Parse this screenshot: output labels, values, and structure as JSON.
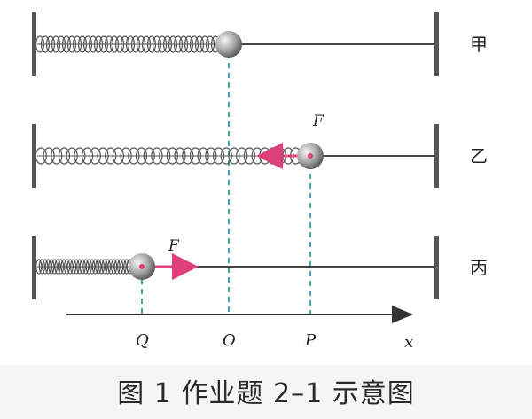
{
  "figure": {
    "rows": [
      {
        "label": "甲",
        "state": "ball at equilibrium O"
      },
      {
        "label": "乙",
        "state": "ball displaced to P, force points left",
        "force_label": "F"
      },
      {
        "label": "丙",
        "state": "ball displaced to Q, force points right",
        "force_label": "F"
      }
    ],
    "axis": {
      "ticks": [
        "Q",
        "O",
        "P"
      ],
      "label": "x"
    },
    "caption": "图 1   作业题 2–1 示意图"
  },
  "colors": {
    "line": "#444444",
    "dashed_guide": "#3fa9b8",
    "force_arrow": "#e0407a",
    "ball": "#8a8a8a"
  }
}
